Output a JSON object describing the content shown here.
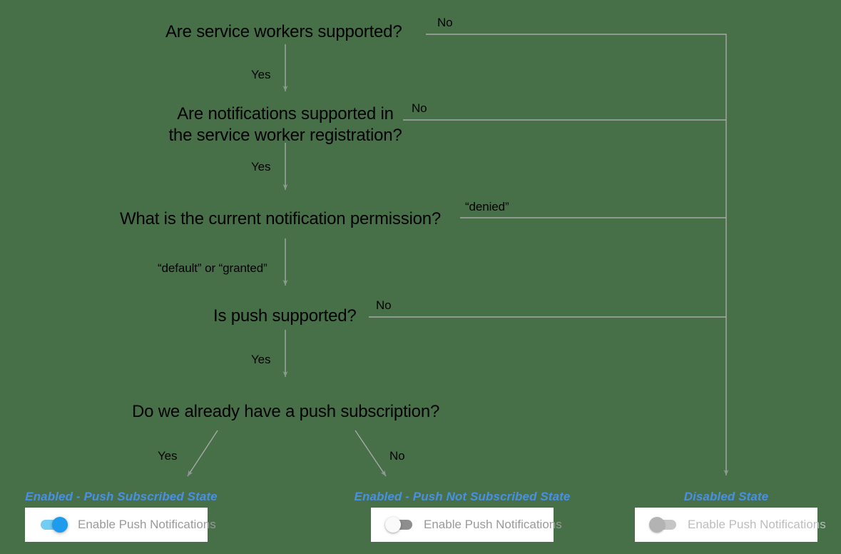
{
  "diagram": {
    "title": "Push notification support decision flow",
    "background_color": "#477049",
    "line_color": "#a8a8a8",
    "text_color": "#000000",
    "accent_color": "#4a90e2",
    "nodes": [
      {
        "id": "sw",
        "text": "Are service workers supported?"
      },
      {
        "id": "notif",
        "line1": "Are notifications supported in",
        "line2": "the service worker registration?"
      },
      {
        "id": "perm",
        "text": "What is the current notification permission?"
      },
      {
        "id": "push",
        "text": "Is push supported?"
      },
      {
        "id": "sub",
        "text": "Do we already have a push subscription?"
      }
    ],
    "edge_labels": {
      "sw_no": "No",
      "sw_yes": "Yes",
      "notif_no": "No",
      "notif_yes": "Yes",
      "perm_denied": "“denied”",
      "perm_default_granted": "“default” or “granted”",
      "push_no": "No",
      "push_yes": "Yes",
      "sub_yes": "Yes",
      "sub_no": "No"
    }
  },
  "states": [
    {
      "id": "push-subscribed",
      "title": "Enabled - Push Subscribed State",
      "toggle_label": "Enable Push Notifications",
      "toggle_state": "on",
      "toggle_color": "#1e9bec"
    },
    {
      "id": "push-not-subscribed",
      "title": "Enabled - Push Not Subscribed State",
      "toggle_label": "Enable Push Notifications",
      "toggle_state": "off",
      "toggle_color": "#8e8e8e"
    },
    {
      "id": "disabled",
      "title": "Disabled State",
      "toggle_label": "Enable Push Notifications",
      "toggle_state": "disabled",
      "toggle_color": "#b3b3b3"
    }
  ]
}
